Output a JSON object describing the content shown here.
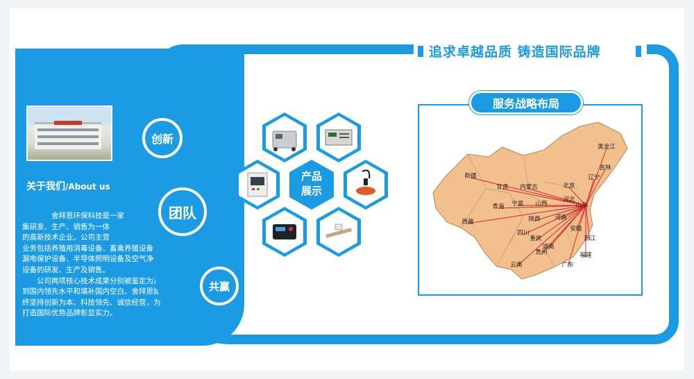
{
  "slogan": "追求卓越品质  铸造国际品牌",
  "about": {
    "title": "关于我们",
    "subtitle": "/About us",
    "line1": "舍拜恩环保科技是一家",
    "line2": "集研发、生产、销售为一体",
    "line3": "的高新技术企业。公司主营",
    "line4": "业务包括养殖用消毒设备、畜禽养殖设备、",
    "line5": "漏电保护设备、半导体照明设备及空气净化",
    "line6": "设备的研发、生产及销售。",
    "line7": "公司两项核心技术成果分别被鉴定为达",
    "line8": "到国内领先水平和填补国内空白。舍拜恩始",
    "line9": "终坚持创新为本、科技领先、诚信经营，为",
    "line10": "打造国际优势品牌彰显实力。"
  },
  "values": {
    "innovation": "创新",
    "team": "团队",
    "win": "共赢"
  },
  "products": {
    "line1": "产品",
    "line2": "展示"
  },
  "map": {
    "title": "服务战略布局",
    "provinces": [
      "黑龙江",
      "吉林",
      "辽宁",
      "新疆",
      "内蒙古",
      "北京",
      "甘肃",
      "宁夏",
      "山西",
      "河北",
      "山东",
      "青海",
      "陕西",
      "河南",
      "西藏",
      "四川",
      "安徽",
      "重庆",
      "湖南",
      "浙江",
      "贵州",
      "福建",
      "云南",
      "广东"
    ]
  },
  "colors": {
    "brand": "#1a9be3",
    "map_fill": "#f2c08d",
    "route": "#d8262b"
  }
}
